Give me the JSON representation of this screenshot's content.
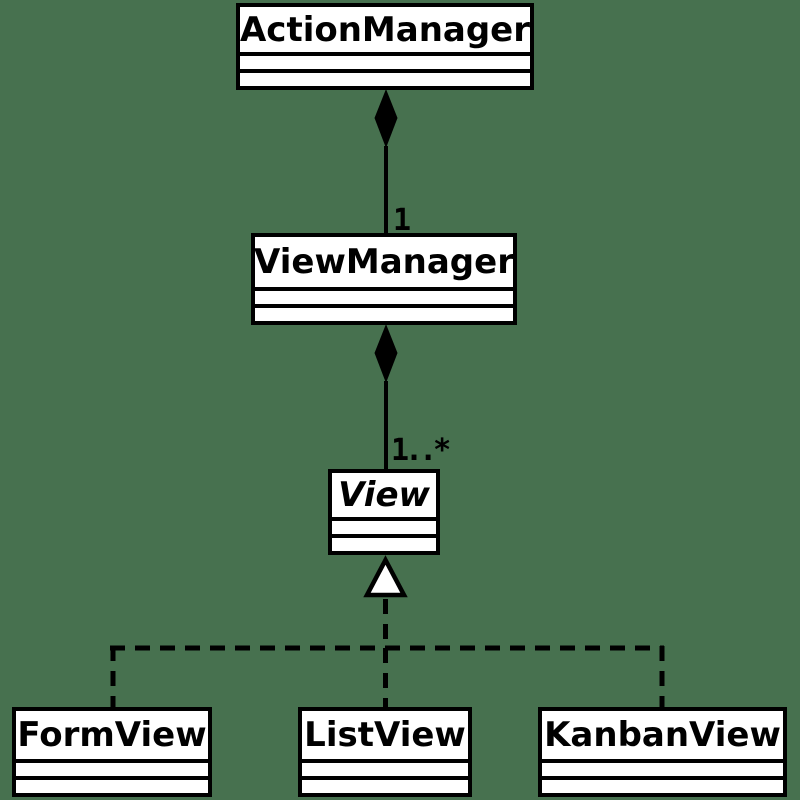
{
  "diagram": {
    "type": "uml-class-diagram",
    "background_color": "#47714F",
    "box_fill_color": "#ffffff",
    "line_color": "#000000",
    "classes": [
      {
        "name": "ActionManager",
        "abstract": false
      },
      {
        "name": "ViewManager",
        "abstract": false
      },
      {
        "name": "View",
        "abstract": true
      },
      {
        "name": "FormView",
        "abstract": false
      },
      {
        "name": "ListView",
        "abstract": false
      },
      {
        "name": "KanbanView",
        "abstract": false
      }
    ],
    "relationships": [
      {
        "type": "composition",
        "from": "ActionManager",
        "to": "ViewManager",
        "multiplicity": "1",
        "line_style": "solid"
      },
      {
        "type": "composition",
        "from": "ViewManager",
        "to": "View",
        "multiplicity": "1..*",
        "line_style": "solid"
      },
      {
        "type": "inheritance",
        "parent": "View",
        "children": [
          "FormView",
          "ListView",
          "KanbanView"
        ],
        "line_style": "dashed"
      }
    ]
  }
}
